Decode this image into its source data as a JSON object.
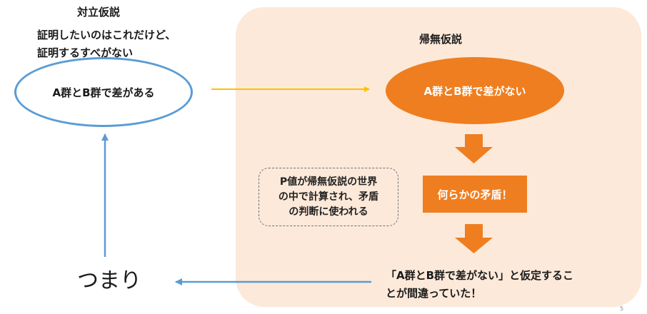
{
  "alt_hypothesis": {
    "title": "対立仮説",
    "note_line1": "証明したいのはこれだけど、",
    "note_line2": "証明するすべがない",
    "statement": "A群とB群で差がある"
  },
  "null_hypothesis": {
    "title": "帰無仮説",
    "statement": "A群とB群で差がない"
  },
  "contradiction": "何らかの矛盾！",
  "p_value_note": {
    "line1": "P値が帰無仮説の世界",
    "line2": "の中で計算され、矛盾",
    "line3": "の判断に使われる"
  },
  "conclusion": {
    "line1": "「A群とB群で差がない」と仮定するこ",
    "line2": "とが間違っていた！"
  },
  "tsumari": "つまり",
  "page_number": "5",
  "colors": {
    "panel": "#fde9d9",
    "orange": "#ef7e20",
    "blue": "#5b9bd5",
    "yellow_arrow": "#ffc000"
  }
}
